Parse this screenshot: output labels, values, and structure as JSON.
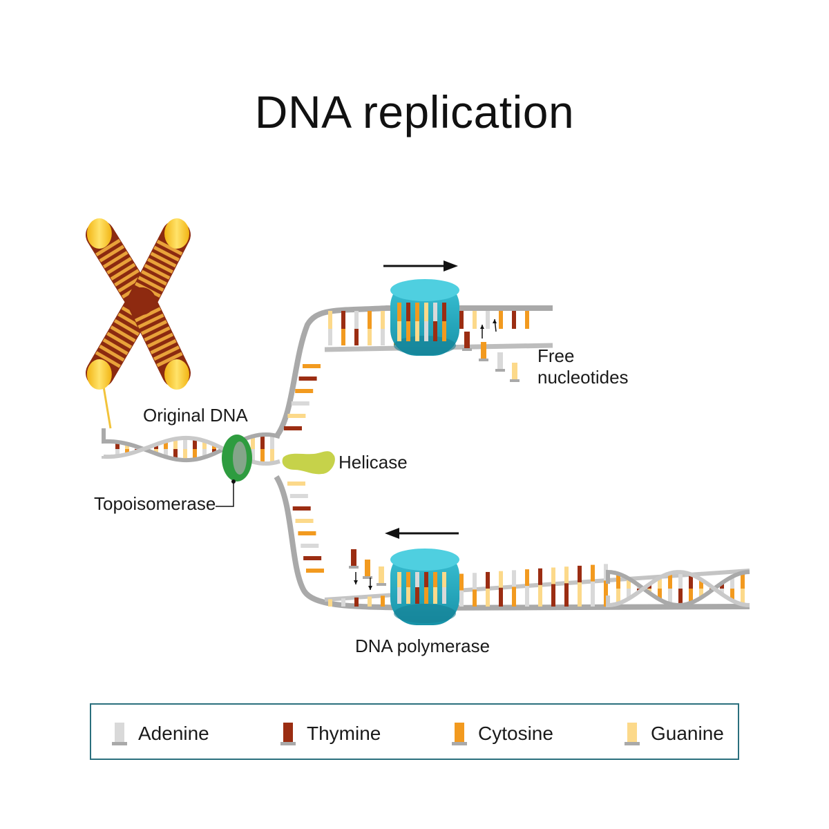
{
  "title": "DNA replication",
  "labels": {
    "original_dna": "Original DNA",
    "topoisomerase": "Topoisomerase",
    "helicase": "Helicase",
    "free_nucleotides_line1": "Free",
    "free_nucleotides_line2": "nucleotides",
    "dna_polymerase": "DNA polymerase"
  },
  "legend": [
    {
      "label": "Adenine",
      "color": "#d9d9d9"
    },
    {
      "label": "Thymine",
      "color": "#9b2d12"
    },
    {
      "label": "Cytosine",
      "color": "#f29a1f"
    },
    {
      "label": "Guanine",
      "color": "#fcd98a"
    }
  ],
  "colors": {
    "backbone": "#a9a9a9",
    "polymerase": "#2bb3c8",
    "helicase": "#c6d24a",
    "topoisomerase": "#2e9c3f",
    "chromosome_band_dark": "#8b2a10",
    "chromosome_band_light": "#e8a23a",
    "chromosome_tip": "#f6c21a",
    "legend_border": "#2a6f7d"
  },
  "icons": [
    "chromosome-icon",
    "helicase-icon",
    "topoisomerase-icon",
    "dna-polymerase-icon",
    "direction-arrow-icon"
  ]
}
